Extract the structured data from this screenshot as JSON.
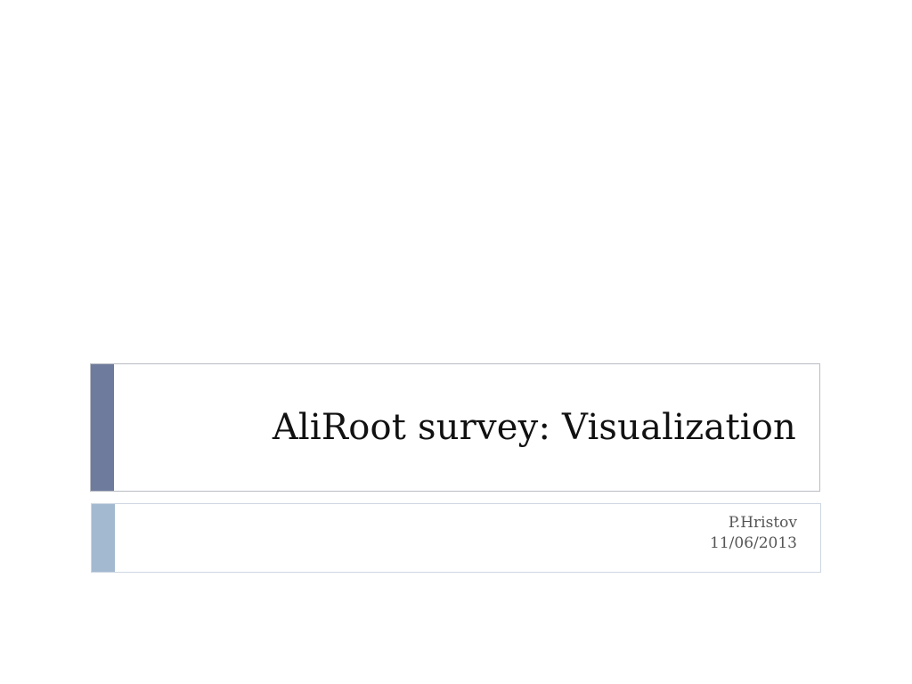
{
  "slide": {
    "title": "AliRoot survey: Visualization",
    "author": "P.Hristov",
    "date": "11/06/2013"
  },
  "colors": {
    "title_accent": "#6e7b9d",
    "subtitle_accent": "#a3b9d0",
    "title_border": "#b9bcc4",
    "subtitle_border": "#cdd6e2"
  }
}
